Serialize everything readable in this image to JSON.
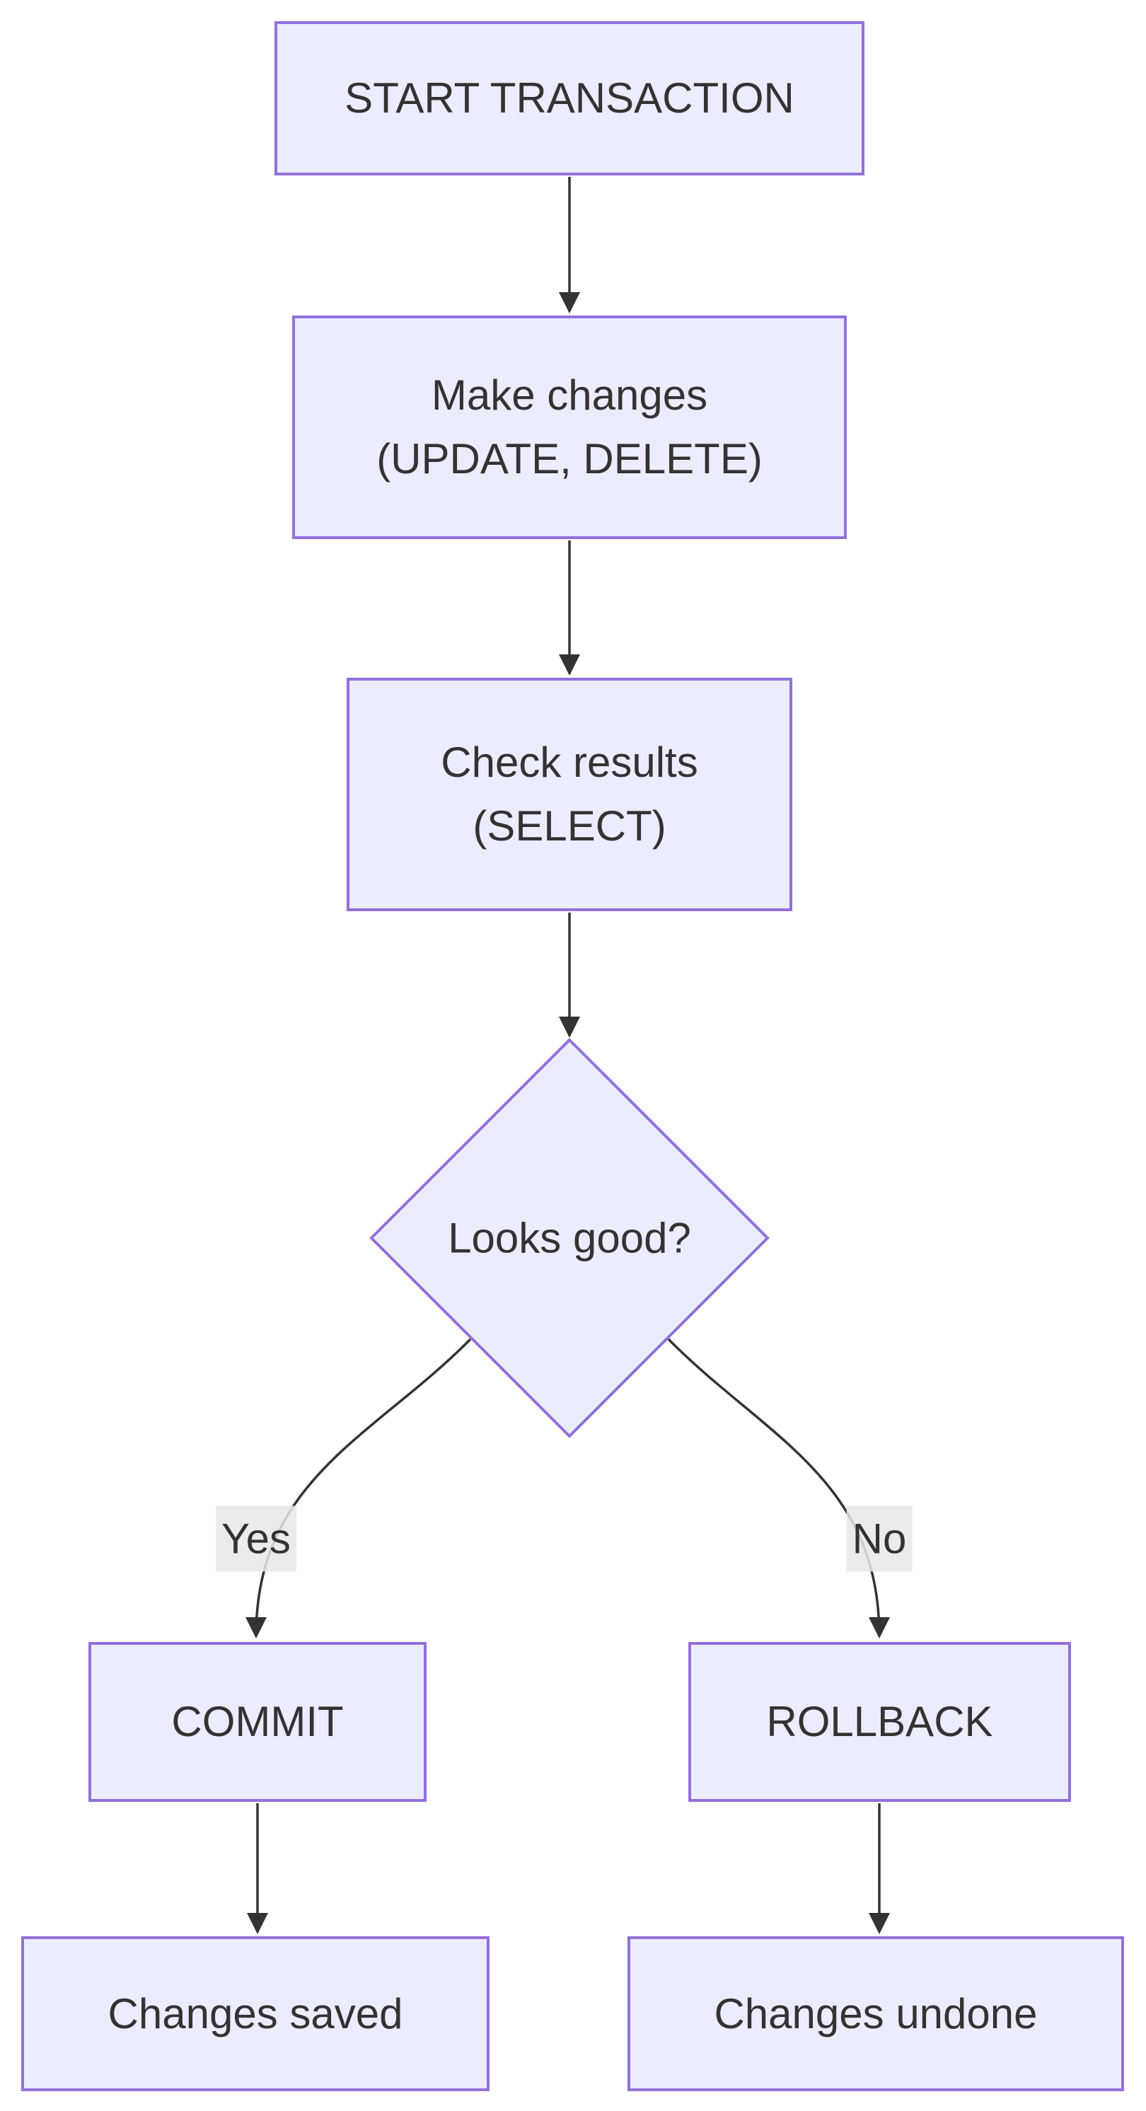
{
  "diagram": {
    "type": "flowchart",
    "direction": "top-down",
    "colors": {
      "background": "#ffffff",
      "node_fill": "#ECECFF",
      "node_border": "#9370DB",
      "edge_line": "#333333",
      "text": "#333333",
      "edge_label_background": "#e8e8e8"
    },
    "nodes": {
      "start": {
        "shape": "rectangle",
        "label": "START TRANSACTION"
      },
      "make_changes": {
        "shape": "rectangle",
        "line1": "Make changes",
        "line2": "(UPDATE, DELETE)"
      },
      "check_results": {
        "shape": "rectangle",
        "line1": "Check results",
        "line2": "(SELECT)"
      },
      "decision": {
        "shape": "diamond",
        "label": "Looks good?"
      },
      "commit": {
        "shape": "rectangle",
        "label": "COMMIT"
      },
      "rollback": {
        "shape": "rectangle",
        "label": "ROLLBACK"
      },
      "saved": {
        "shape": "rectangle",
        "label": "Changes saved"
      },
      "undone": {
        "shape": "rectangle",
        "label": "Changes undone"
      }
    },
    "edges": [
      {
        "from": "start",
        "to": "make_changes",
        "label": ""
      },
      {
        "from": "make_changes",
        "to": "check_results",
        "label": ""
      },
      {
        "from": "check_results",
        "to": "decision",
        "label": ""
      },
      {
        "from": "decision",
        "to": "commit",
        "label": "Yes"
      },
      {
        "from": "decision",
        "to": "rollback",
        "label": "No"
      },
      {
        "from": "commit",
        "to": "saved",
        "label": ""
      },
      {
        "from": "rollback",
        "to": "undone",
        "label": ""
      }
    ]
  }
}
